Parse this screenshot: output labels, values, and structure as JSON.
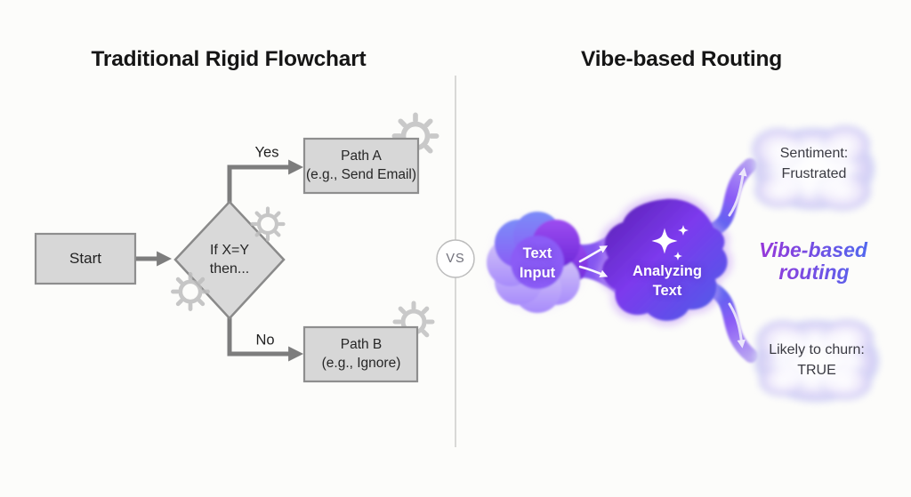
{
  "comparison": {
    "left": {
      "title": "Traditional Rigid Flowchart",
      "start_label": "Start",
      "decision": {
        "line1": "If X=Y",
        "line2": "then..."
      },
      "yes_label": "Yes",
      "no_label": "No",
      "path_a": {
        "line1": "Path A",
        "line2": "(e.g., Send Email)"
      },
      "path_b": {
        "line1": "Path B",
        "line2": "(e.g., Ignore)"
      }
    },
    "vs_label": "VS",
    "right": {
      "title": "Vibe-based Routing",
      "input": {
        "line1": "Text",
        "line2": "Input"
      },
      "process": {
        "line1": "Analyzing",
        "line2": "Text"
      },
      "output_sentiment": {
        "line1": "Sentiment:",
        "line2": "Frustrated"
      },
      "output_churn": {
        "line1": "Likely to churn:",
        "line2": "TRUE"
      },
      "caption": {
        "line1": "Vibe-based",
        "line2": "routing"
      }
    }
  },
  "icons": {
    "decorations": "gear-icon",
    "process": "sparkles-icon",
    "flow": "arrow-icon"
  },
  "colors": {
    "background": "#fcfcfa",
    "box_fill": "#d7d7d7",
    "box_border": "#8e8e8e",
    "connector_gray": "#7d7d7d",
    "gear_gray": "#c9c9c9",
    "divider": "#d9d9d7",
    "purple_deep": "#5b21b6",
    "purple": "#7c3aed",
    "purple_light": "#a78bfa",
    "indigo_blue": "#4f5ce8",
    "cloud_edge_blue": "#c6d3f4",
    "cloud_edge_lavender": "#d8d0f6",
    "caption_gradient_start": "#9a35d8",
    "caption_gradient_end": "#4a6cf0",
    "white_text": "#ffffff",
    "title_text": "#151515"
  }
}
